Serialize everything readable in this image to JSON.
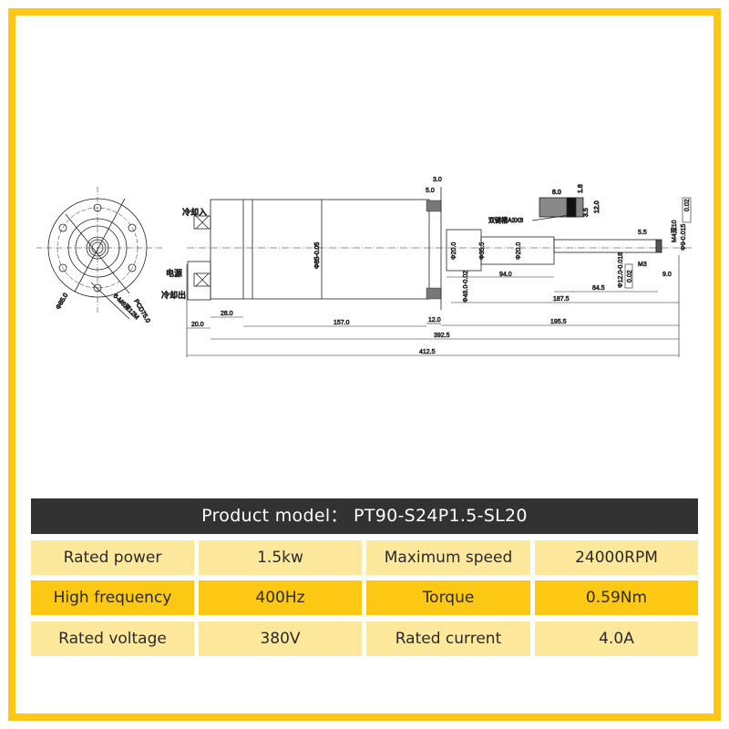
{
  "drawing": {
    "front_view": {
      "dia": "Φ85.0",
      "pcd": "PCD75.0",
      "holes": "6-M6深12M"
    },
    "side_labels": {
      "cool_in": "冷却入",
      "power": "电源",
      "cool_out": "冷却出"
    },
    "body_dia": "Φ85-0.05",
    "dims": {
      "d28": "28.0",
      "d20": "20.0",
      "d157": "157.0",
      "d12": "12.0",
      "d3": "3.0",
      "d5": "5.0",
      "d392": "392.5",
      "d412": "412.5",
      "d195": "195.5",
      "d187": "187.5",
      "d94": "94.0",
      "d84": "84.5",
      "d55": "5.5",
      "d9": "9.0",
      "phi20a": "Φ20.0",
      "phi35": "Φ35.5",
      "phi20b": "Φ20.0",
      "phi48": "Φ48.0-0.02",
      "phi12": "Φ12.0-0.018",
      "m3": "M3",
      "m4": "M4深10",
      "phi9": "Φ9-0.015",
      "tol1": "0.02",
      "tol2": "0.02",
      "key_label": "双键槽A3X8",
      "key_8": "8.0",
      "key_18": "1.8",
      "key_12": "12.0",
      "key_35": "3.5"
    }
  },
  "spec": {
    "title": "Product model：  PT90-S24P1.5-SL20",
    "rows": [
      {
        "k1": "Rated power",
        "v1": "1.5kw",
        "k2": "Maximum speed",
        "v2": "24000RPM"
      },
      {
        "k1": "High frequency",
        "v1": "400Hz",
        "k2": "Torque",
        "v2": "0.59Nm"
      },
      {
        "k1": "Rated voltage",
        "v1": "380V",
        "k2": "Rated current",
        "v2": "4.0A"
      }
    ]
  },
  "colors": {
    "frame": "#fcc814",
    "light": "#fde89c",
    "header": "#323232"
  }
}
